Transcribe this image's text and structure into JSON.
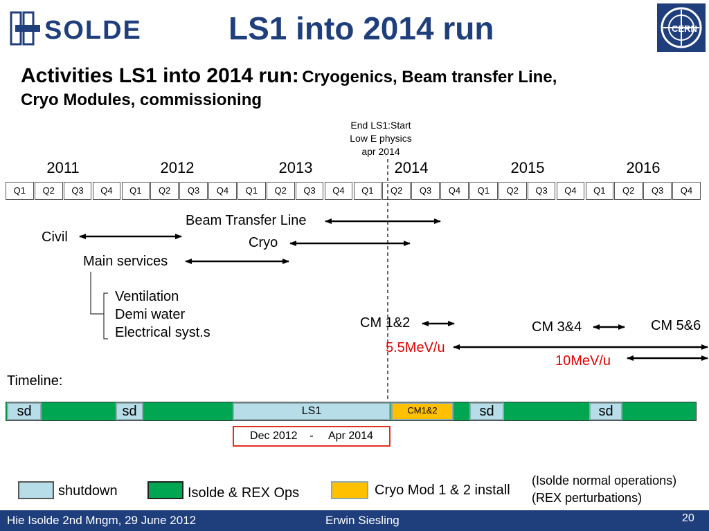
{
  "header": {
    "title": "LS1 into 2014 run",
    "logo_left_text": "ISOLDE",
    "logo_right_text": "CERN"
  },
  "subtitle": {
    "bold_part": "Activities LS1 into 2014 run:",
    "rest_line1": "Cryogenics, Beam transfer Line,",
    "line2": "Cryo Modules, commissioning"
  },
  "note": {
    "line1": "End LS1:Start",
    "line2": "Low E physics",
    "line3": "apr 2014"
  },
  "years": [
    "2011",
    "2012",
    "2013",
    "2014",
    "2015",
    "2016"
  ],
  "quarters": [
    "Q1",
    "Q2",
    "Q3",
    "Q4",
    "Q1",
    "Q2",
    "Q3",
    "Q4",
    "Q1",
    "Q2",
    "Q3",
    "Q4",
    "Q1",
    "Q2",
    "Q3",
    "Q4",
    "Q1",
    "Q2",
    "Q3",
    "Q4",
    "Q1",
    "Q2",
    "Q3",
    "Q4"
  ],
  "activities": {
    "beam_transfer": "Beam Transfer Line",
    "civil": "Civil",
    "cryo": "Cryo",
    "main_services": "Main services",
    "ventilation": "Ventilation",
    "demi_water": "Demi water",
    "electrical": "Electrical syst.s",
    "cm12": "CM 1&2",
    "cm34": "CM 3&4",
    "cm56": "CM 5&6",
    "mev55": "5.5MeV/u",
    "mev10": "10MeV/u"
  },
  "timeline": {
    "label": "Timeline:",
    "sd": "sd",
    "ls1": "LS1",
    "cm12": "CM1&2",
    "period": "Dec 2012    -     Apr 2014"
  },
  "legend": {
    "shutdown": "shutdown",
    "ops": "Isolde & REX Ops",
    "cryo_install": "Cryo Mod 1 & 2 install",
    "note_line1": "(Isolde normal operations)",
    "note_line2": "(REX perturbations)",
    "colors": {
      "shutdown": "#b7dde8",
      "ops": "#00a651",
      "cryo": "#ffc000"
    }
  },
  "footer": {
    "left": "Hie Isolde 2nd Mngm, 29 June 2012",
    "center": "Erwin Siesling",
    "page": "20"
  }
}
